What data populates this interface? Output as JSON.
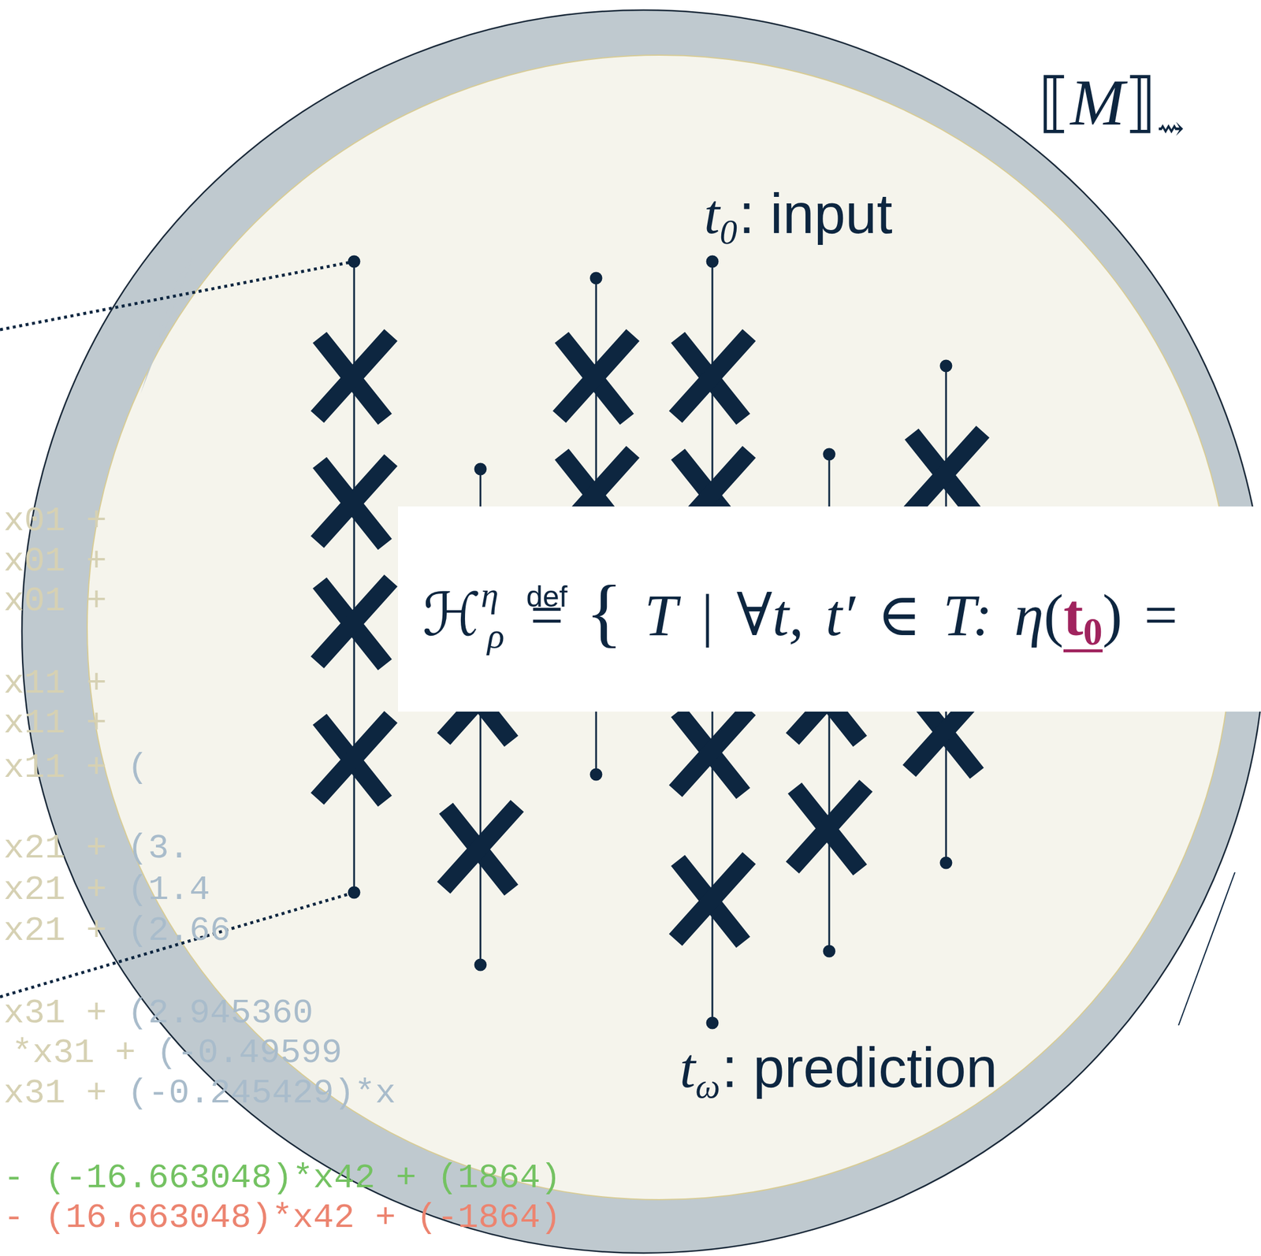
{
  "diagram": {
    "nodes": [
      {
        "text": [
          "⟦M⟧⇝",
          "t0: input",
          "tω: prediction"
        ]
      },
      {
        "text": [
          "ℋηρ def= { T | ∀t, t′ ∈ T: η(t0) ="
        ]
      }
    ],
    "labels": [
      "x01 +",
      "x01 +",
      "x01 +",
      "x11 +",
      "x11 +",
      "x11 + (",
      "x21 + (3.",
      "x21 + (1.4",
      "x21 + (2.66",
      "x31 + (2.945360",
      "*x31 + (-0.49599",
      "x31 + (-0.245429)*x",
      "- (-16.663048)*x42 + (1864)",
      "- (16.663048)*x42 + (-1864)"
    ]
  }
}
